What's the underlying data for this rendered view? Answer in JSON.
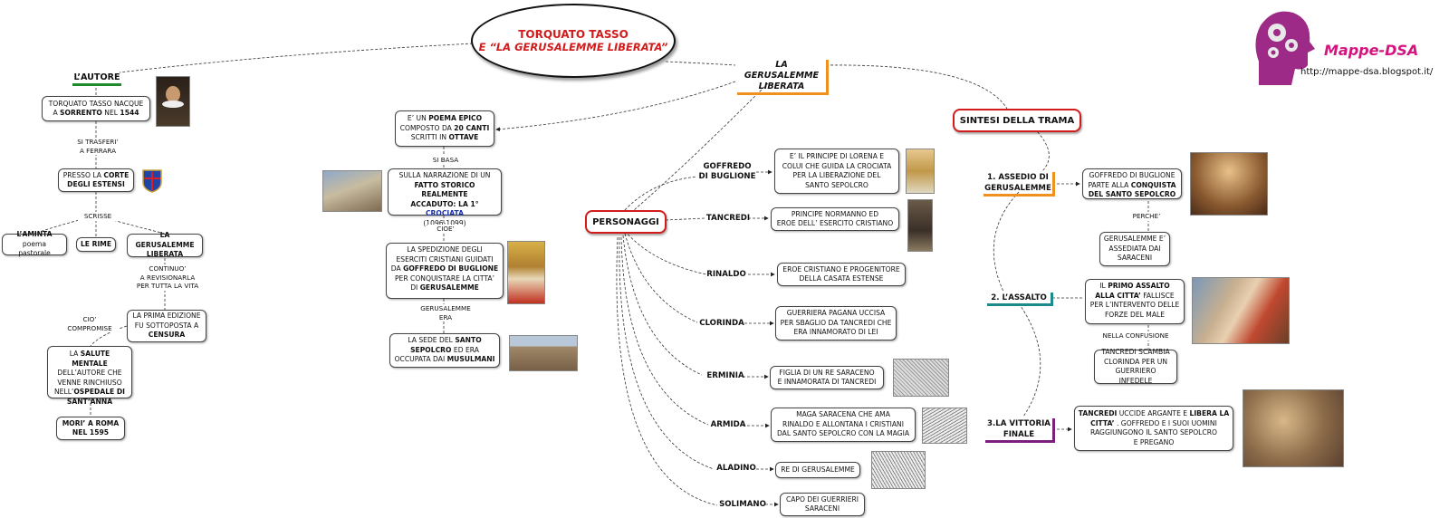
{
  "title": {
    "line1": "TORQUATO TASSO",
    "line2": "E “LA GERUSALEMME LIBERATA”"
  },
  "brand": {
    "name": "Mappe-DSA",
    "url": "http://mappe-dsa.blogspot.it/"
  },
  "autore": {
    "heading": "L’AUTORE",
    "born_a": "TORQUATO TASSO NACQUE",
    "born_b": "A ",
    "born_c": "SORRENTO",
    "born_d": " NEL ",
    "born_e": "1544",
    "moved": "SI TRASFERI’\nA FERRARA",
    "court_a": "PRESSO LA ",
    "court_b": "CORTE",
    "court_c": "DEGLI ESTENSI",
    "wrote": "SCRISSE",
    "aminta_a": "L’AMINTA",
    "aminta_b": "poema pastorale",
    "rime": "LE RIME",
    "gerus": "LA GERUSALEMME\nLIBERATA",
    "revise": "CONTINUO’\nA REVISIONARLA\nPER TUTTA LA VITA",
    "first_a": "LA PRIMA EDIZIONE\nFU SOTTOPOSTA A",
    "first_b": "CENSURA",
    "compromised": "CIO’\nCOMPROMISE",
    "health_a": "LA ",
    "health_b": "SALUTE MENTALE",
    "health_c": "DELL’AUTORE CHE\nVENNE RINCHIUSO\nNELL’",
    "health_d": "OSPEDALE DI\nSANT’ANNA",
    "death": "MORI’ A ROMA\nNEL 1595"
  },
  "poema": {
    "epic_a": "E’ UN ",
    "epic_b": "POEMA EPICO",
    "epic_c": "COMPOSTO DA ",
    "epic_d": "20 CANTI",
    "epic_e": "SCRITTI IN ",
    "epic_f": "OTTAVE",
    "based": "SI BASA",
    "story_a": "SULLA NARRAZIONE DI UN",
    "story_b": "FATTO STORICO REALMENTE\nACCADUTO: LA 1° ",
    "story_c": "CROCIATA",
    "story_d": "(1096-1099)",
    "namely": "CIOE’",
    "exp_a": "LA SPEDIZIONE DEGLI\nESERCITI CRISTIANI GUIDATI\nDA ",
    "exp_b": "GOFFREDO DI BUGLIONE",
    "exp_c": "PER CONQUISTARE LA CITTA’\nDI ",
    "exp_d": "GERUSALEMME",
    "jer_was": "GERUSALEMME\nERA",
    "seat_a": "LA SEDE DEL ",
    "seat_b": "SANTO\nSEPOLCRO",
    "seat_c": " ED ERA\nOCCUPATA DAI ",
    "seat_d": "MUSULMANI"
  },
  "center": {
    "gl": "LA GERUSALEMME\nLIBERATA",
    "personaggi": "PERSONAGGI",
    "sintesi": "SINTESI DELLA TRAMA"
  },
  "characters": [
    {
      "name": "GOFFREDO\nDI BUGLIONE",
      "desc": "E’ IL PRINCIPE DI LORENA E\nCOLUI CHE GUIDA LA CROCIATA\nPER LA LIBERAZIONE DEL\nSANTO SEPOLCRO"
    },
    {
      "name": "TANCREDI",
      "desc": "PRINCIPE NORMANNO ED\nEROE DELL’ ESERCITO CRISTIANO"
    },
    {
      "name": "RINALDO",
      "desc": "EROE CRISTIANO E PROGENITORE\nDELLA CASATA ESTENSE"
    },
    {
      "name": "CLORINDA",
      "desc": "GUERRIERA PAGANA UCCISA\nPER SBAGLIO DA TANCREDI CHE\nERA INNAMORATO DI LEI"
    },
    {
      "name": "ERMINIA",
      "desc": "FIGLIA DI UN RE  SARACENO\nE INNAMORATA DI TANCREDI"
    },
    {
      "name": "ARMIDA",
      "desc": "MAGA SARACENA CHE AMA\nRINALDO E ALLONTANA I CRISTIANI\nDAL SANTO SEPOLCRO CON LA MAGIA"
    },
    {
      "name": "ALADINO",
      "desc": "RE DI GERUSALEMME"
    },
    {
      "name": "SOLIMANO",
      "desc": "CAPO DEI GUERRIERI\nSARACENI"
    }
  ],
  "trama": {
    "s1": "1. ASSEDIO DI\nGERUSALEMME",
    "s1_desc_a": "GOFFREDO DI BUGLIONE\nPARTE ALLA ",
    "s1_desc_b": "CONQUISTA\nDEL SANTO SEPOLCRO",
    "why": "PERCHE’",
    "s1_why": "GERUSALEMME E’\nASSEDIATA DAI\nSARACENI",
    "s2": "2. L’ASSALTO",
    "s2_desc_a": "IL ",
    "s2_desc_b": "PRIMO ASSALTO\nALLA CITTA’",
    "s2_desc_c": " FALLISCE\nPER L’INTERVENTO DELLE\nFORZE DEL MALE",
    "confusion": "NELLA CONFUSIONE",
    "s2_conf": "TANCREDI SCAMBIA\nCLORINDA PER UN\nGUERRIERO INFEDELE",
    "s3": "3.LA VITTORIA\nFINALE",
    "s3_desc_a": "TANCREDI",
    "s3_desc_b": " UCCIDE ARGANTE E ",
    "s3_desc_c": "LIBERA LA\nCITTA’",
    "s3_desc_d": " . GOFFREDO E I SUOI UOMINI\nRAGGIUNGONO IL SANTO SEPOLCRO\nE PREGANO"
  },
  "colors": {
    "red": "#d21b1b",
    "green": "#1d8a2c",
    "orange": "#f0901e",
    "teal": "#1c8a8a",
    "purple": "#7b1f7e",
    "brand": "#d4147f"
  }
}
